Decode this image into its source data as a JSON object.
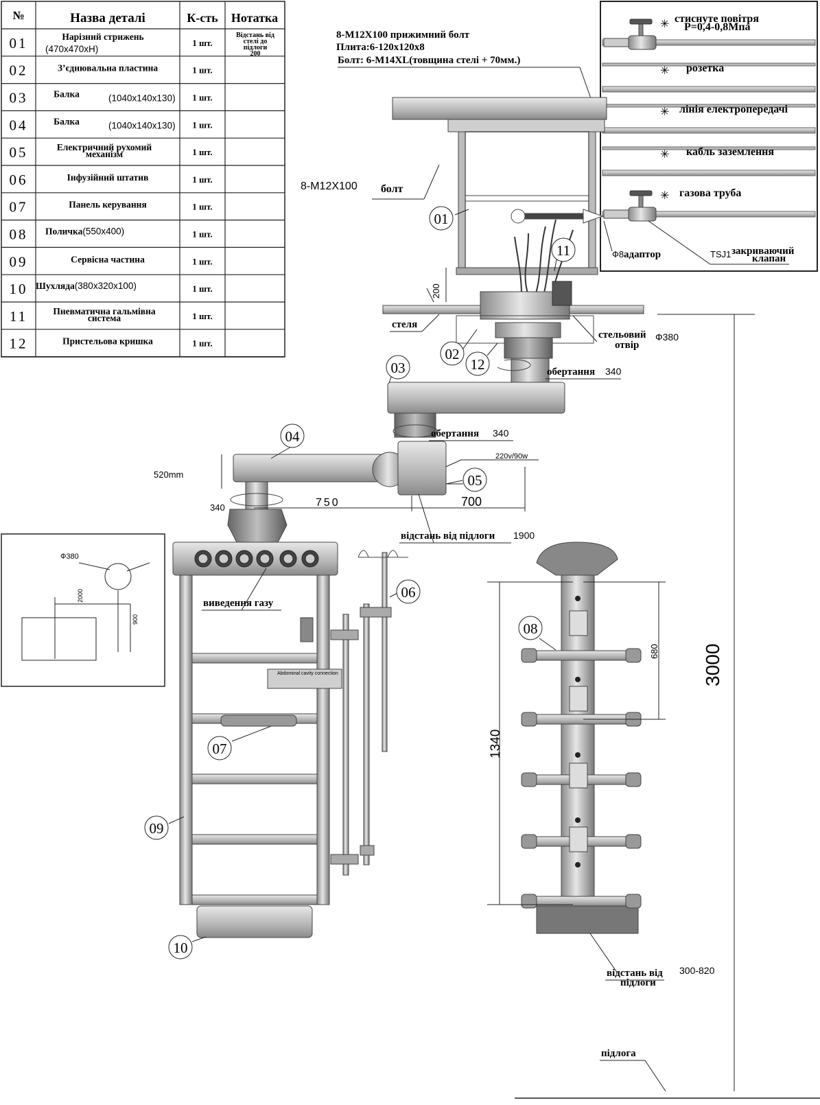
{
  "parts_table": {
    "headers": {
      "num": "№",
      "name": "Назва деталі",
      "qty": "К-сть",
      "note": "Нотатка"
    },
    "rows": [
      {
        "num": "01",
        "name": "Нарізний стрижень",
        "size": "(470x470xH)",
        "qty": "1 шт.",
        "note1": "Відстань від",
        "note2": "стелі до",
        "note3": "підлоги",
        "note4": "200"
      },
      {
        "num": "02",
        "name": "З’єднювальна пластина",
        "size": "",
        "qty": "1 шт."
      },
      {
        "num": "03",
        "name": "Балка",
        "size": "(1040x140x130)",
        "qty": "1 шт."
      },
      {
        "num": "04",
        "name": "Балка",
        "size": "(1040x140x130)",
        "qty": "1 шт."
      },
      {
        "num": "05",
        "name": "Електричний рухомий",
        "name2": "механізм",
        "size": "",
        "qty": "1 шт."
      },
      {
        "num": "06",
        "name": "Інфузійний штатив",
        "size": "",
        "qty": "1 шт."
      },
      {
        "num": "07",
        "name": "Панель керування",
        "size": "",
        "qty": "1 шт."
      },
      {
        "num": "08",
        "name": "Поличка",
        "size": "(550x400)",
        "qty": "1 шт."
      },
      {
        "num": "09",
        "name": "Сервісна частина",
        "size": "",
        "qty": "1 шт."
      },
      {
        "num": "10",
        "name": "Шухляда",
        "size": "(380x320x100)",
        "qty": "1 шт."
      },
      {
        "num": "11",
        "name": "Пневматична гальмівна",
        "name2": "система",
        "size": "",
        "qty": "1 шт."
      },
      {
        "num": "12",
        "name": "Пристельова кришка",
        "size": "",
        "qty": "1 шт."
      }
    ]
  },
  "legend": {
    "items": [
      {
        "label": "стиснуте повітря",
        "label2": "P=0,4-0,8Мпа",
        "has_valve": true
      },
      {
        "label": "розетка",
        "has_valve": false
      },
      {
        "label": "лінія електропередачі",
        "has_valve": false
      },
      {
        "label": "кабль заземлення",
        "has_valve": false
      },
      {
        "label": "газова труба",
        "has_valve": true
      }
    ],
    "adapter": "Ф8",
    "adapter_label": "адаптор",
    "valve_code": "TSJ1",
    "valve_label1": "закриваючий",
    "valve_label2": "клапан"
  },
  "notes": {
    "bolt_spec1": "8-M12X100 прижимний болт",
    "bolt_spec2": "Плита:6-120x120x8",
    "bolt_spec3": "Болт: 6-M14XL(товщина стелі + 70мм.)",
    "bolt_left_code": "8-M12X100",
    "bolt_left_word": "болт",
    "ceiling": "стеля",
    "ceiling_hole1": "стельовий",
    "ceiling_hole2": "отвір",
    "ceiling_hole_dim": "Ф380",
    "dim_200": "200",
    "rotation": "обертання",
    "rot_340": "340",
    "power": "220v/90w",
    "dim_520": "520mm",
    "dim_750": "750",
    "dim_700": "700",
    "floor_dist": "відстань від підлоги",
    "floor_dist_val": "1900",
    "gas_outlet": "виведення газу",
    "panel_text": "Abdominal cavity connection",
    "dim_680": "680",
    "dim_1340": "1340",
    "dim_3000": "3000",
    "floor_dist2_1": "відстань від",
    "floor_dist2_2": "підлоги",
    "floor_dist2_val": "300-820",
    "floor": "підлога"
  },
  "inset": {
    "diam": "Ф380",
    "dim_2000": "2000",
    "dim_900": "900"
  },
  "callouts": [
    "01",
    "02",
    "03",
    "04",
    "05",
    "06",
    "07",
    "08",
    "09",
    "10",
    "11",
    "12"
  ],
  "colors": {
    "line": "#222222",
    "metal_light": "#d8d8d8",
    "metal_mid": "#a9a9a9",
    "metal_dark": "#6f6f6f"
  }
}
